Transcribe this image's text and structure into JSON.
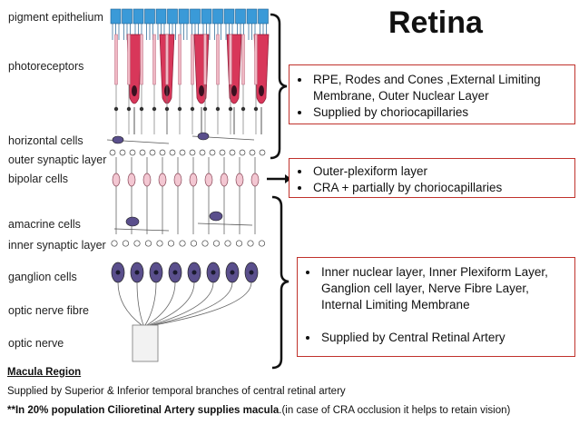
{
  "title": "Retina",
  "layer_labels": [
    "pigment epithelium",
    "photoreceptors",
    "horizontal cells",
    "outer synaptic layer",
    "bipolar cells",
    "amacrine cells",
    "inner synaptic layer",
    "ganglion cells",
    "optic nerve fibre",
    "optic nerve"
  ],
  "box1": [
    "RPE, Rodes and Cones ,External Limiting",
    "Membrane, Outer Nuclear Layer",
    "Supplied by choriocapillaries"
  ],
  "box2": [
    "Outer-plexiform layer",
    "CRA + partially by choriocapillaries"
  ],
  "box3": [
    "Inner nuclear layer, Inner Plexiform Layer,",
    "Ganglion cell layer, Nerve Fibre Layer,",
    "Internal Limiting Membrane",
    "Supplied by Central Retinal Artery"
  ],
  "macula": {
    "heading": "Macula Region",
    "line1": "Supplied by  Superior & Inferior temporal branches of central retinal artery",
    "line2_bold": "**In 20% population Cilioretinal Artery supplies macula",
    "line2_rest": ".(in case of CRA occlusion it helps to retain vision)"
  },
  "colors": {
    "box_border": "#c0322c",
    "epithelium": "#3a9ad8",
    "photoreceptor": "#d8375a",
    "nucleus": "#5a4f8c"
  }
}
